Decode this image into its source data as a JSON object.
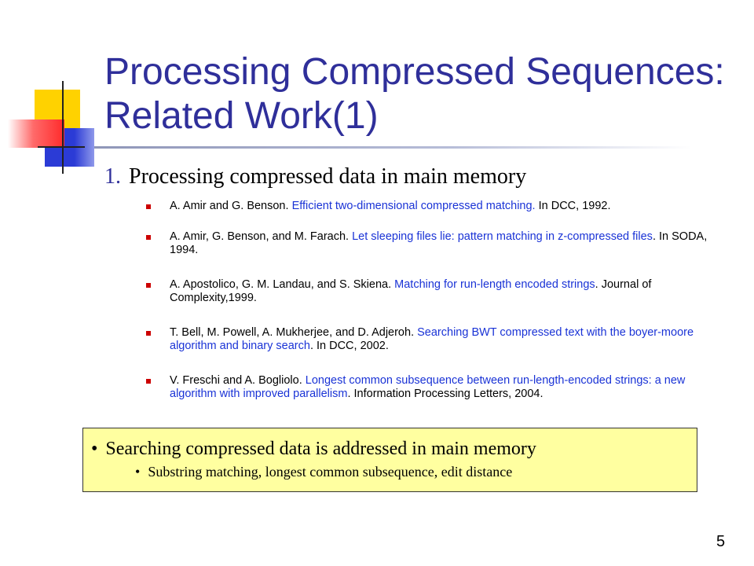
{
  "slide": {
    "title": "Processing Compressed Sequences: Related Work(1)",
    "section_number": "1.",
    "section_heading": "Processing compressed data in main memory",
    "references": [
      {
        "authors": "A. Amir and G. Benson. ",
        "title": "Efficient two-dimensional compressed matching.",
        "venue": " In DCC, 1992."
      },
      {
        "authors": "A. Amir, G. Benson, and M. Farach. ",
        "title": "Let sleeping files lie: pattern matching in z-compressed files",
        "venue": ". In SODA, 1994."
      },
      {
        "authors": "A. Apostolico, G. M. Landau, and S. Skiena. ",
        "title": "Matching for run-length encoded strings",
        "venue": ". Journal of Complexity,1999."
      },
      {
        "authors": "T. Bell, M. Powell, A. Mukherjee, and D. Adjeroh. ",
        "title": "Searching BWT compressed text with the boyer-moore algorithm and binary search",
        "venue": ". In DCC, 2002."
      },
      {
        "authors": "V. Freschi and A. Bogliolo. ",
        "title": "Longest common subsequence between run-length-encoded strings: a new algorithm with improved parallelism",
        "venue": ". Information Processing Letters, 2004."
      }
    ],
    "callout": {
      "bullet": "•",
      "main": "Searching compressed data is addressed in main memory",
      "sub": "Substring matching, longest common subsequence, edit distance"
    },
    "page_number": "5"
  },
  "colors": {
    "title": "#2f2f9a",
    "reference_title": "#1a33d6",
    "bullet": "#cc0000",
    "callout_bg": "#ffffa0"
  }
}
